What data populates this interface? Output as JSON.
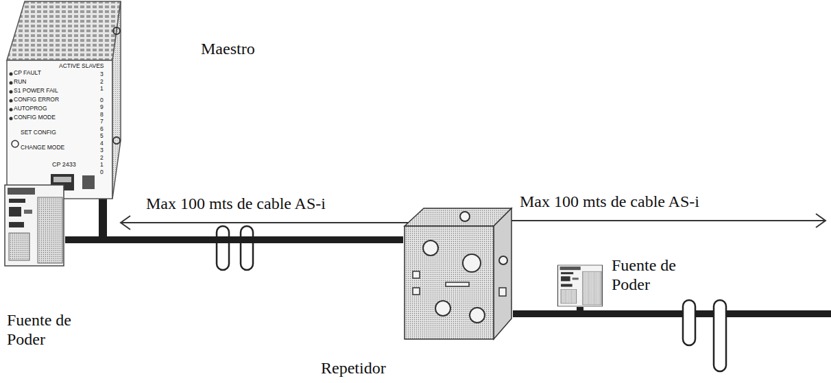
{
  "diagram": {
    "nodes": [
      {
        "text": [
          "Maestro"
        ]
      },
      {
        "text": [
          "Fuente de Poder"
        ]
      },
      {
        "text": [
          "Repetidor"
        ]
      },
      {
        "text": [
          "Fuente de Poder"
        ]
      }
    ],
    "edges": [
      {
        "from": 1,
        "to": 2,
        "arrow": "none"
      },
      {
        "from": 2,
        "to": 3,
        "arrow": "none"
      }
    ],
    "labels": [
      "Max 100 mts de cable AS-i",
      "Max 100 mts de cable AS-i",
      "CP FAULT",
      "ACTIVE SLAVES",
      "RUN",
      "S1 POWER FAIL",
      "CONFIG ERROR",
      "AUTOPROG",
      "CONFIG MODE",
      "SET CONFIG",
      "CHANGE MODE",
      "CP 2433",
      "3",
      "2",
      "1",
      "0",
      "9",
      "8",
      "7",
      "6",
      "5",
      "4",
      "3",
      "2",
      "1",
      "0"
    ]
  }
}
